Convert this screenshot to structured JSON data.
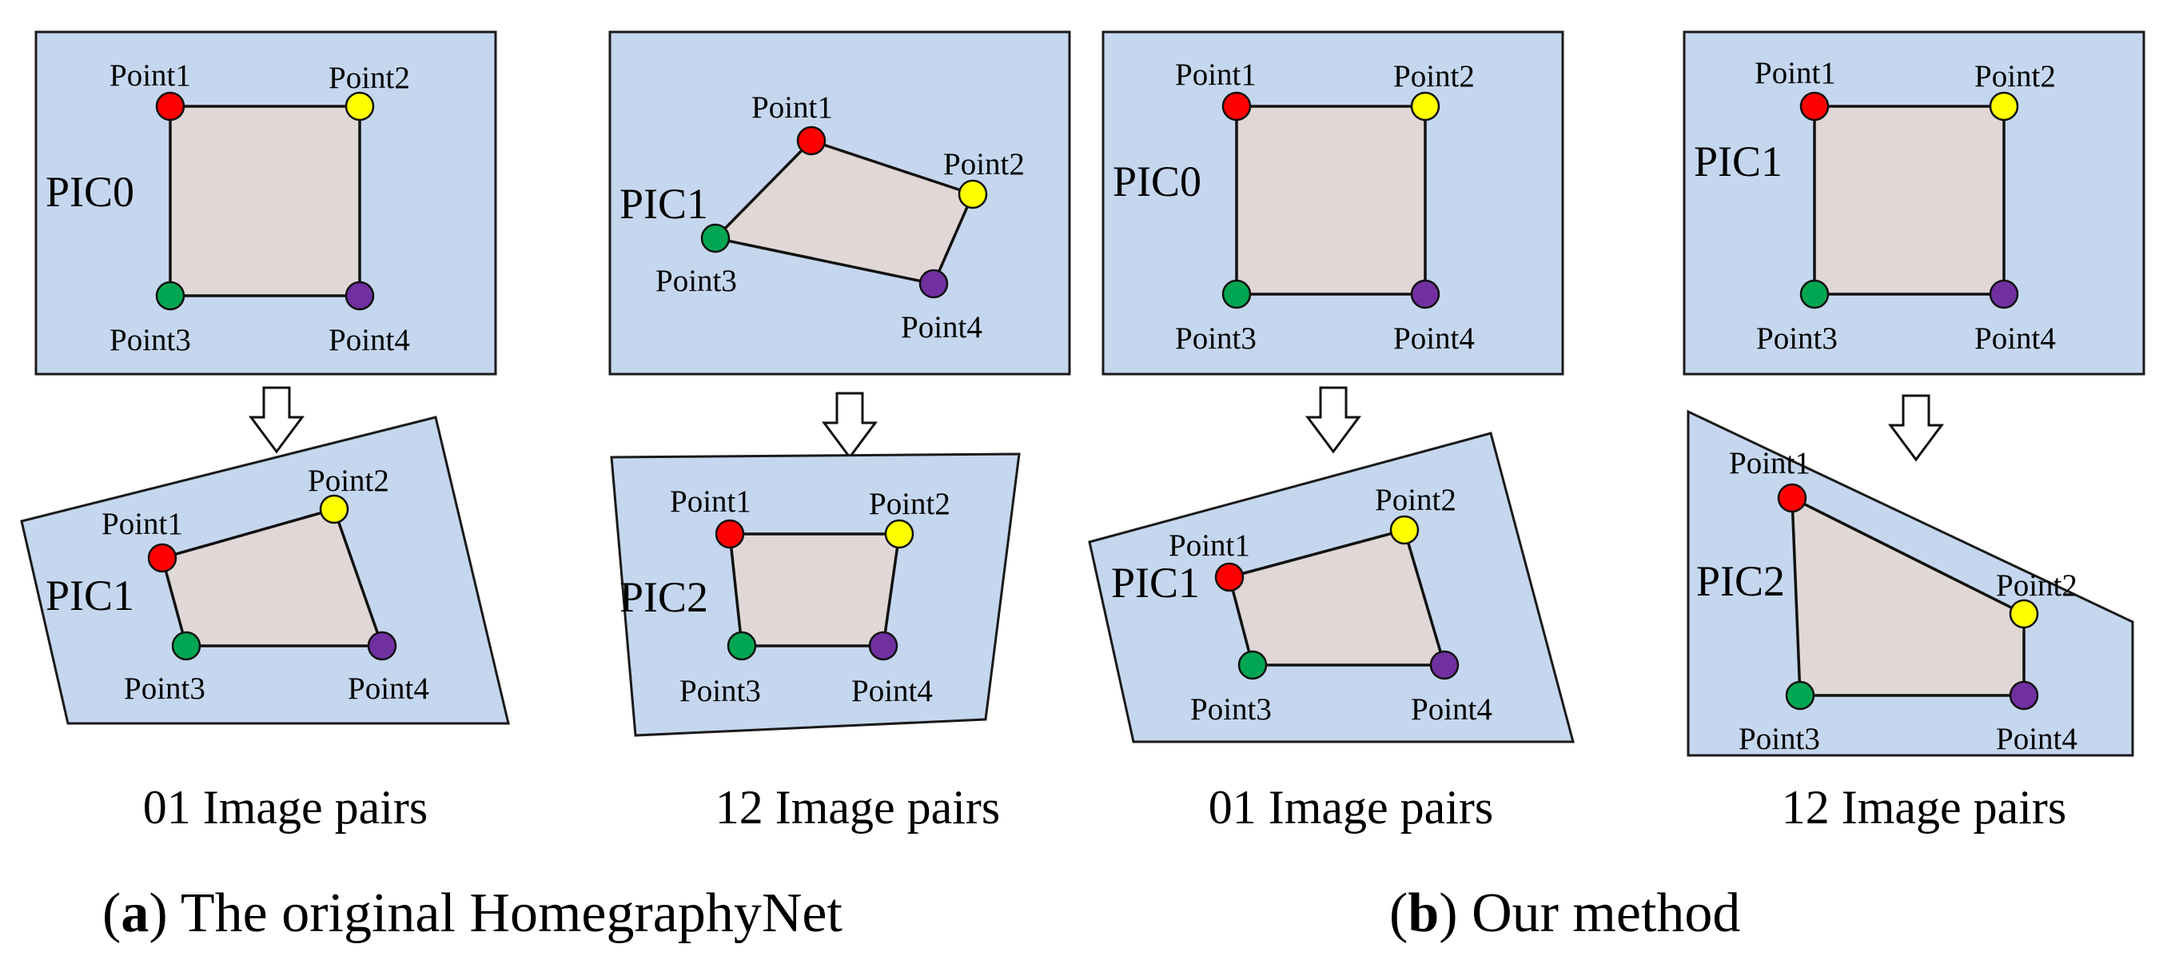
{
  "colors": {
    "pic_fill": "#c5d7ee",
    "quad_fill": "#e0d7d6",
    "point1": "#ff0000",
    "point2": "#ffff00",
    "point3": "#00a651",
    "point4": "#7030a0"
  },
  "point_labels": [
    "Point1",
    "Point2",
    "Point3",
    "Point4"
  ],
  "columns": [
    {
      "top_pic": "PIC0",
      "bottom_pic": "PIC1",
      "pair_label": "01 Image pairs"
    },
    {
      "top_pic": "PIC1",
      "bottom_pic": "PIC2",
      "pair_label": "12 Image pairs"
    },
    {
      "top_pic": "PIC0",
      "bottom_pic": "PIC1",
      "pair_label": "01 Image pairs"
    },
    {
      "top_pic": "PIC1",
      "bottom_pic": "PIC2",
      "pair_label": "12 Image pairs"
    }
  ],
  "captions": [
    {
      "letter": "a",
      "text": "The original HomegraphyNet"
    },
    {
      "letter": "b",
      "text": "Our method"
    }
  ]
}
